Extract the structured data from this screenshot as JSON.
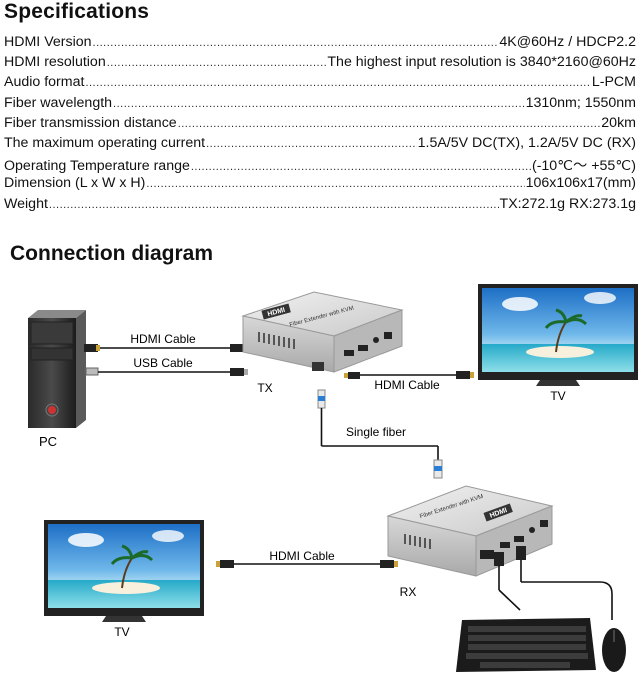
{
  "specifications": {
    "title": "Specifications",
    "rows": [
      {
        "label": "HDMI Version",
        "value": "4K@60Hz / HDCP2.2"
      },
      {
        "label": "HDMI resolution",
        "value": "The highest input resolution is 3840*2160@60Hz"
      },
      {
        "label": "Audio format",
        "value": "L-PCM"
      },
      {
        "label": "Fiber wavelength",
        "value": "1310nm; 1550nm"
      },
      {
        "label": "Fiber transmission distance",
        "value": "20km"
      },
      {
        "label": "The maximum operating current",
        "value": "1.5A/5V DC(TX), 1.2A/5V DC (RX)"
      },
      {
        "label": "Operating Temperature range",
        "value": "(-10℃～ +55℃)"
      },
      {
        "label": "Dimension (L x W x H)",
        "value": "106x106x17(mm)"
      },
      {
        "label": "Weight",
        "value": "TX:272.1g RX:273.1g"
      }
    ]
  },
  "diagram": {
    "title": "Connection diagram",
    "labels": {
      "pc": "PC",
      "tx": "TX",
      "rx": "RX",
      "tv_top": "TV",
      "tv_bottom": "TV",
      "hdmi_cable_pc": "HDMI Cable",
      "usb_cable": "USB Cable",
      "hdmi_cable_tx": "HDMI Cable",
      "single_fiber": "Single fiber",
      "hdmi_cable_rx": "HDMI Cable"
    },
    "device_text": {
      "hdmi_logo": "HDMI",
      "device_name": "Fiber Extender with KVM"
    }
  }
}
